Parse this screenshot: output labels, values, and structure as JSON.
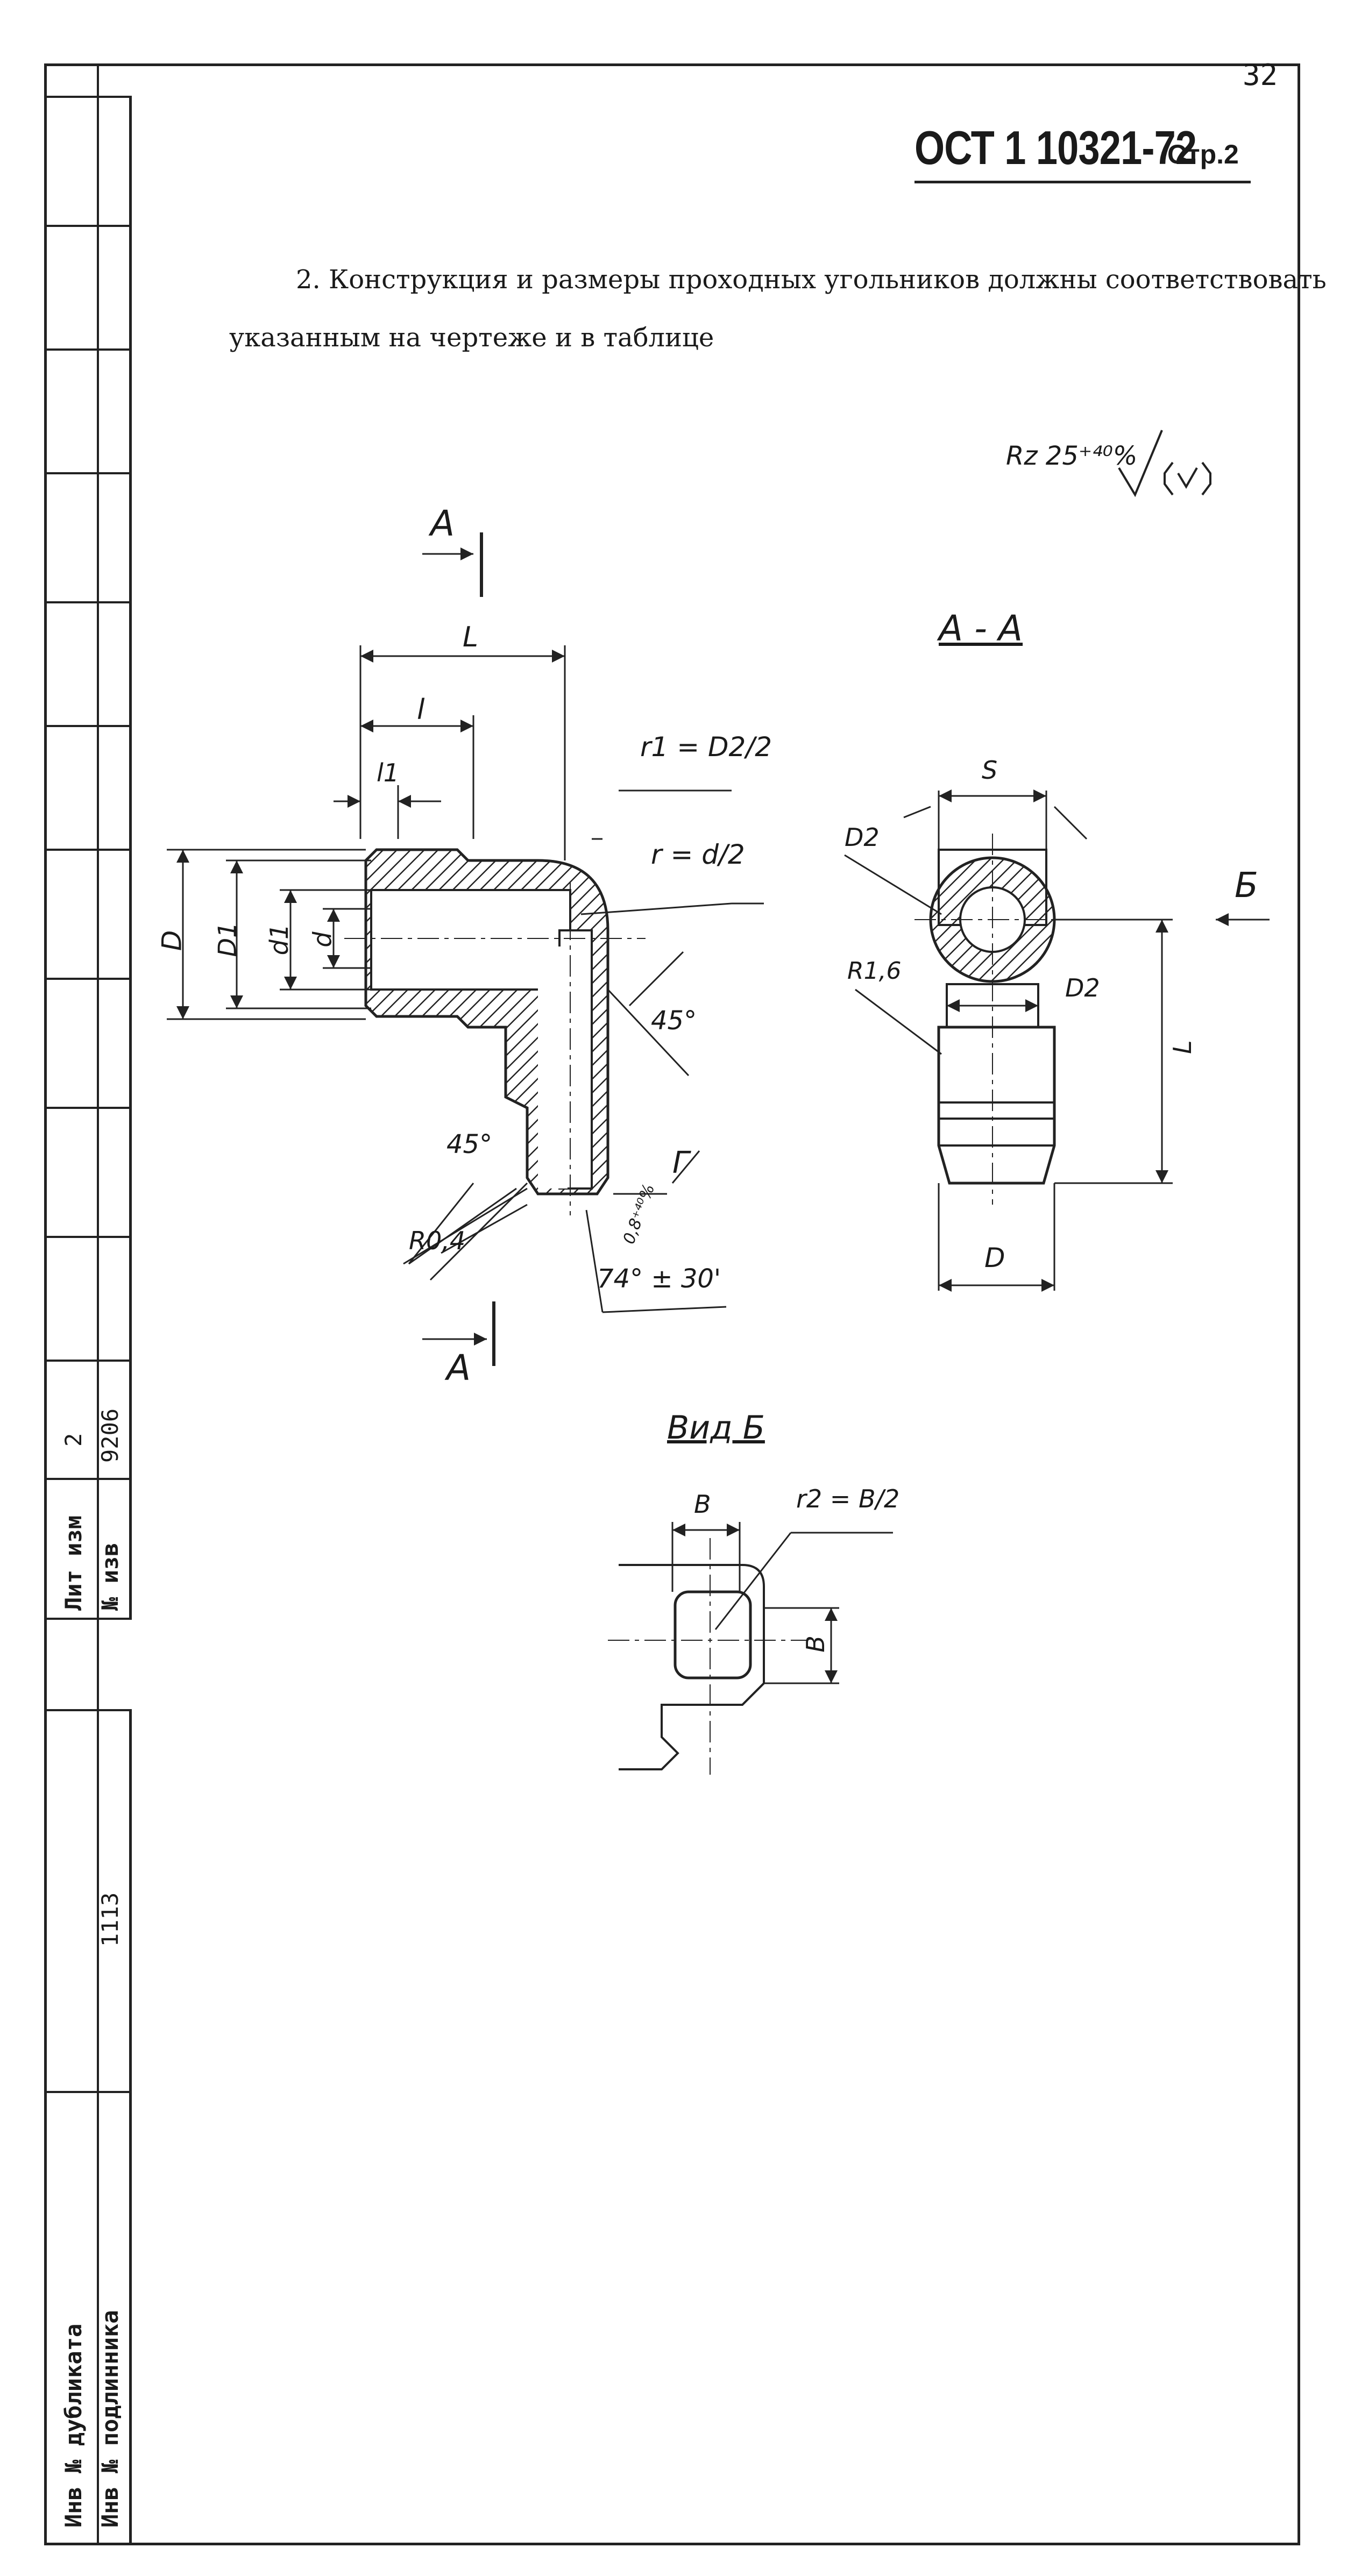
{
  "header": {
    "page_number": "32",
    "doc_code": "ОСТ 1 10321-72",
    "page_label": "Стр.2"
  },
  "body_text": {
    "line1": "2. Конструкция и размеры проходных угольников должны соответствовать",
    "line2": "указанным на чертеже и в таблице",
    "roughness": "Rz 25⁺⁴⁰%"
  },
  "drawing_labels": {
    "section_a": "А",
    "section_aa": "А - А",
    "view_b": "Вид Б",
    "arrow_b": "Б",
    "L": "L",
    "l": "l",
    "l1": "l1",
    "D": "D",
    "D1": "D1",
    "d1": "d1",
    "d": "d",
    "D2": "D2",
    "S": "S",
    "B": "B",
    "r1_formula": "r1 = D2/2",
    "r_formula": "r = d/2",
    "r2_formula": "r2 = B/2",
    "R16": "R1,6",
    "R04": "R0,4",
    "angle45": "45°",
    "angle74": "74° ± 30'",
    "chamfer": "0,8⁺⁴⁰%",
    "gamma": "Г"
  },
  "left_strip": {
    "lit_izm_label": "Лит изм",
    "lit_izm_value": "2",
    "n_izv_label": "№ изв",
    "n_izv_value": "9206",
    "inv_podl_value": "1113",
    "inv_dubl_label": "Инв № дубликата",
    "inv_podl_label": "Инв № подлинника"
  }
}
